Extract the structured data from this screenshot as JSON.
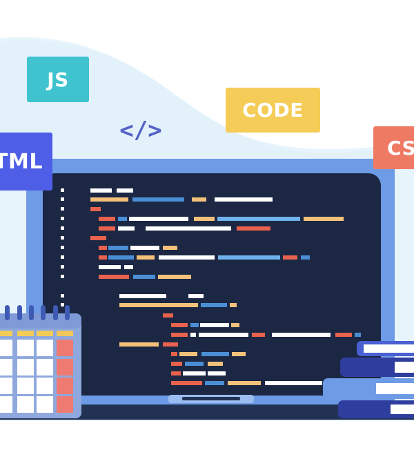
{
  "labels": {
    "js": "JS",
    "code": "CODE",
    "html": "HTML",
    "css": "CSS",
    "tag_symbol": "</>"
  },
  "colors": {
    "background_wave": "#e8f4fc",
    "laptop_frame": "#6e9be6",
    "screen": "#1b2743",
    "badge_js": "#3ec3cf",
    "badge_code": "#f4cc57",
    "badge_html": "#4f5ee6",
    "badge_css": "#ef7a63",
    "code_white": "#ffffff",
    "code_orange": "#f3c17a",
    "code_blue": "#4a8fd6",
    "code_red": "#e9624e",
    "code_lightblue": "#6fb3ee"
  },
  "icons": [
    "code-tag-icon",
    "calendar-icon",
    "books-stack-icon",
    "laptop-icon"
  ]
}
